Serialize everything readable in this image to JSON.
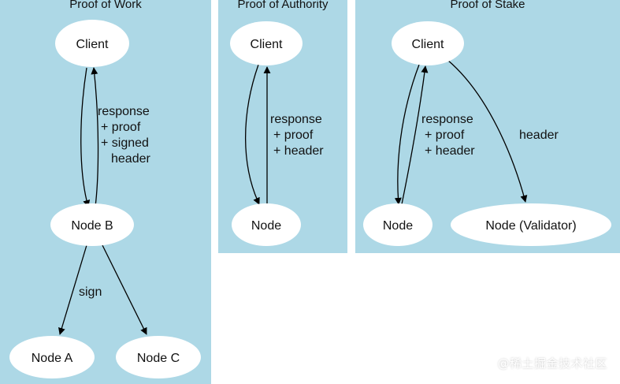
{
  "panels": {
    "pow": {
      "title": "Proof of Work",
      "client": "Client",
      "node_b": "Node B",
      "node_a": "Node A",
      "node_c": "Node C",
      "edge_response": [
        "response",
        "+ proof",
        "+ signed",
        "header"
      ],
      "edge_sign": "sign"
    },
    "poa": {
      "title": "Proof of Authority",
      "client": "Client",
      "node": "Node",
      "edge_response": [
        "response",
        "+ proof",
        "+ header"
      ]
    },
    "pos": {
      "title": "Proof of Stake",
      "client": "Client",
      "node": "Node",
      "validator": "Node (Validator)",
      "edge_response": [
        "response",
        "+ proof",
        "+ header"
      ],
      "edge_header": "header"
    }
  },
  "watermark": "@稀土掘金技术社区",
  "colors": {
    "panel_background": "#add8e6",
    "node_fill": "#ffffff",
    "edge_stroke": "#000000"
  }
}
